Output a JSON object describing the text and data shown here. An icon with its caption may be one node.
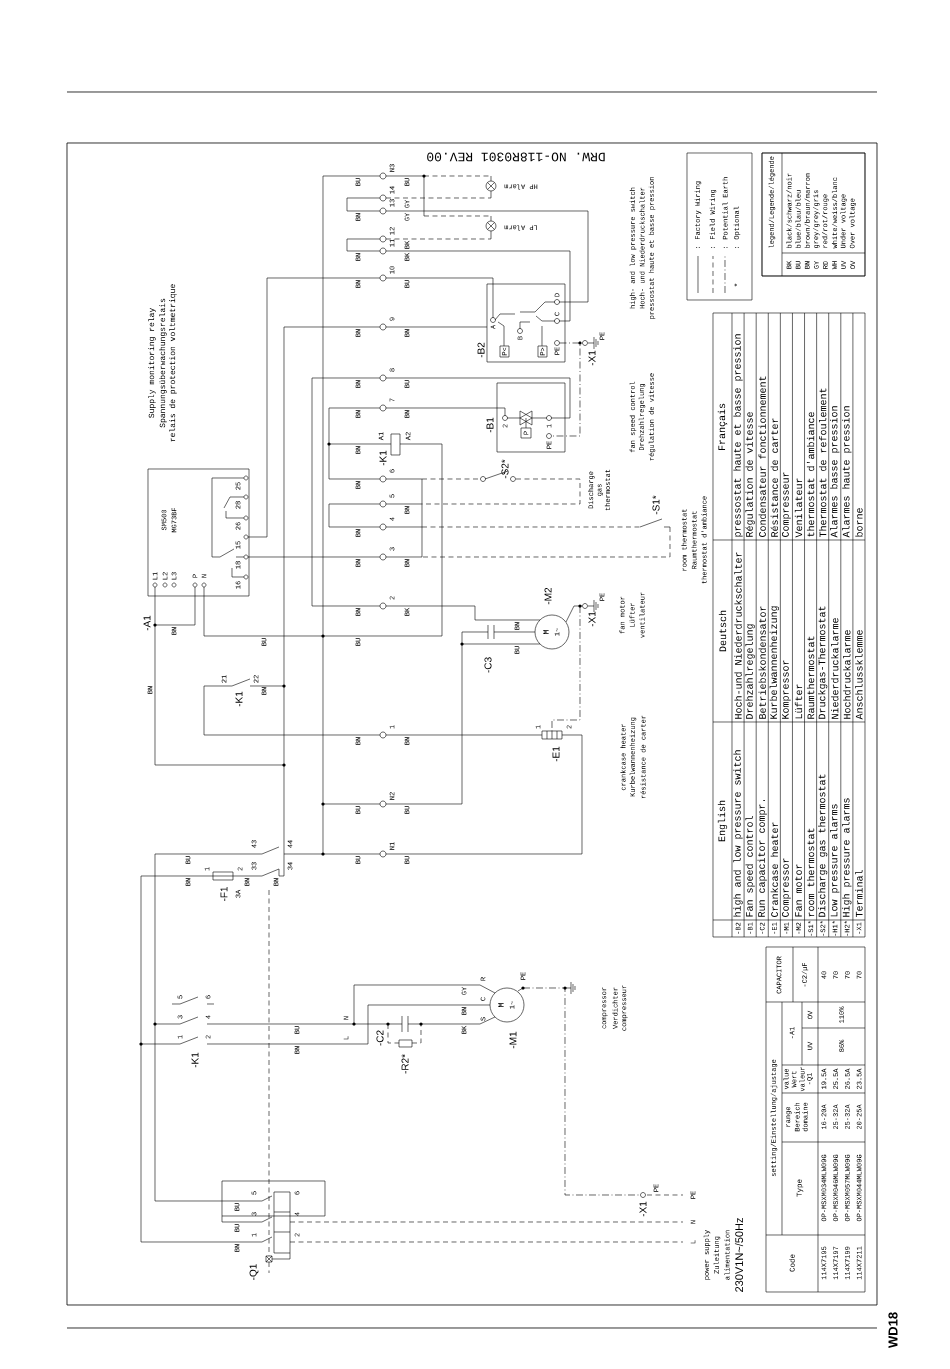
{
  "diagram": {
    "nodes": [
      {
        "text": [
          "SM500",
          "MG73BF",
          "L1",
          "L2",
          "L3",
          "P",
          "N",
          "16",
          "18",
          "15",
          "26",
          "28",
          "25"
        ],
        "beside": [
          "-A1",
          "Supply monitoring relay",
          "Spannungsüberwachungsrelais",
          "relais de protection voltmetrique"
        ]
      },
      {
        "text": [
          "A",
          "B",
          "D",
          "C",
          "PE",
          "P<",
          "P>"
        ],
        "beside": [
          "-B2",
          "high- and low pressure switch",
          "Hoch- und Niederdruckschalter",
          "pressostat haute et basse pression"
        ]
      },
      {
        "text": [
          "2",
          "1",
          "P",
          "PE"
        ],
        "beside": [
          "-B1",
          "fan speed control",
          "Drehzahlregelung",
          "régulation de vitesse"
        ]
      },
      {
        "text": [
          "M",
          "1~"
        ],
        "beside": [
          "-M2",
          "fan motor",
          "Lüfter",
          "ventilateur"
        ]
      },
      {
        "text": [
          "M",
          "1~"
        ],
        "beside": [
          "-M1",
          "R",
          "C",
          "S",
          "compressor",
          "Verdichter",
          "compresseur"
        ]
      },
      {
        "text": [
          "5",
          "3",
          "1",
          "6",
          "4",
          "2"
        ],
        "beside": [
          "-Q1"
        ]
      },
      {
        "text": [
          "legend/Legende/légende",
          "BK",
          "black/schwarz/noir",
          "BU",
          "blue/blau/bleu",
          "BN",
          "brown/braun/marron",
          "GY",
          "grey/grey/gris",
          "RD",
          "red/rot/rouge",
          "WH",
          "white/weiss/blanc",
          "UV",
          "Under voltage",
          "OV",
          "Over voltage"
        ]
      }
    ],
    "edges": [
      {
        "from": 5,
        "to": 0,
        "arrow": "none"
      }
    ],
    "labels": [
      "DRW. NO-118R0301 REV.00",
      "HP Alarm",
      "LP Alarm",
      "N3",
      "14",
      "13",
      "12",
      "11",
      "10",
      "9",
      "8",
      "7",
      "6",
      "5",
      "4",
      "3",
      "2",
      "1",
      "N2",
      "N1",
      "BU",
      "BU",
      "GY",
      "BN",
      "GY",
      "BK",
      "BN",
      "BK",
      "BN",
      "BU",
      "BN",
      "BN",
      "BN",
      "BU",
      "BN",
      "BN",
      "BN",
      "BN",
      "BN",
      "BN",
      "BN",
      "BN",
      "BN",
      "BK",
      "BN",
      "BU",
      "BU",
      "BN",
      "BN",
      "BN",
      "BN",
      "BU",
      "BU",
      "BU",
      "BU",
      "BU",
      "BN",
      "BN",
      "BN",
      "BU",
      "BN",
      "GY",
      "BN",
      "BK",
      "BN",
      "BU",
      "BU",
      "BU",
      "BN",
      "-K1",
      "A1",
      "A2",
      "-K1",
      "21",
      "22",
      "-F1",
      "3A",
      "1",
      "2",
      "33",
      "34",
      "43",
      "44",
      "-K1",
      "1",
      "2",
      "3",
      "4",
      "5",
      "6",
      "N",
      "L",
      "-C2",
      "-R2*",
      "-S2*",
      "Discharge gas thermostat",
      "-S1*",
      "room thermostat",
      "Raumthermostat",
      "thermostat d'ambiance",
      "-E1",
      "1",
      "2",
      "crankcase heater",
      "Kurbelwannenheizung",
      "résistance de carter",
      "-C3",
      "-X1",
      "PE",
      "-X1",
      "PE",
      "PE",
      "-X1",
      "PE",
      "L",
      "N",
      "PE",
      "power supply",
      "Zuleitung",
      "alimentation",
      "230V1N~/50Hz",
      "*",
      "English",
      "Deutsch",
      "Français",
      "-B2",
      "high and low pressure switch",
      "Hoch-und Niederdruckschalter",
      "pressostat haute et basse pression",
      "-B1",
      "Fan speed control",
      "Drehzahlregelung",
      "Régulation de vitesse",
      "-C2",
      "Run capacitor compr.",
      "Betriebskondensator",
      "Condensateur fonctionnement",
      "-E1",
      "Crankcase heater",
      "Kurbelwannenheizung",
      "Résistance de carter",
      "-M1",
      "Compressor",
      "Kompressor",
      "Compresseur",
      "-M2",
      "Fan motor",
      "Lüfter",
      "Venilateur",
      "-S1*",
      "room thermostat",
      "Raumthermostat",
      "thermostat d'ambiance",
      "-S2*",
      "Discharge gas thermostat",
      "Druckgas-Thermostat",
      "Thermostat de refoulement",
      "-H1*",
      "Low pressure alarms",
      "Niederdruckalarme",
      "Alarmes basse pression",
      "-H2*",
      "High pressure alarms",
      "Hochdruckalarme",
      "Alarmes haute pression",
      "-X1",
      "Terminal",
      "Anschlussklemme",
      "borne",
      "setting/Einstellung/ajustage",
      "Code",
      "Type",
      "range",
      "Bereich",
      "domaine",
      "value",
      "Wert",
      "valeur",
      "-Q1",
      "-A1",
      "UV",
      "OV",
      "CAPACITOR",
      "-C2/µF",
      "114X7195",
      "OP-MSXM034MLW09G",
      "16-20A",
      "19.5A",
      "40",
      "114X7197",
      "OP-MSXM046MLW09G",
      "25-32A",
      "25.5A",
      "70",
      "114X7199",
      "OP-MSXM057MLW09G",
      "25-32A",
      "26.5A",
      "70",
      "114X7211",
      "OP-MSXM044MLW09G",
      "20-25A",
      "23.5A",
      "70",
      "86%",
      "110%",
      "WD18"
    ],
    "legend": [
      {
        "text": ": Factory Wiring"
      },
      {
        "text": ": Field Wiring"
      },
      {
        "text": ": Potential Earth"
      },
      {
        "text": ": Optional"
      }
    ]
  }
}
